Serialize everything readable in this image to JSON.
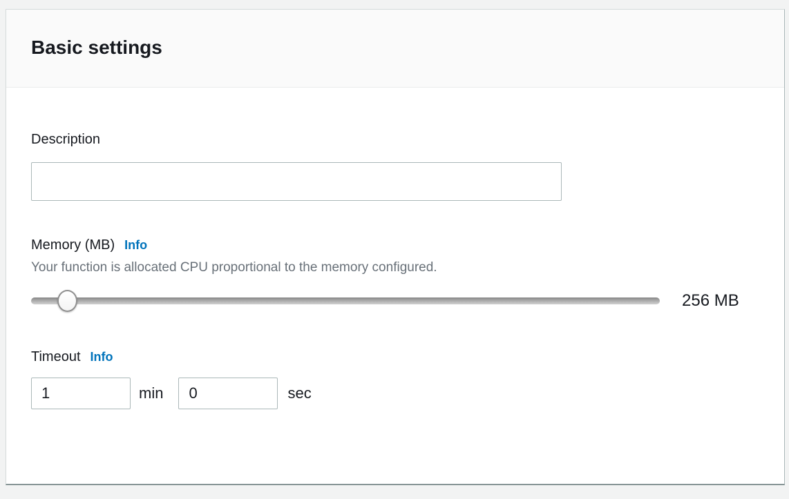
{
  "panel": {
    "title": "Basic settings"
  },
  "description": {
    "label": "Description",
    "value": "",
    "placeholder": ""
  },
  "memory": {
    "label": "Memory (MB)",
    "info_label": "Info",
    "help_text": "Your function is allocated CPU proportional to the memory configured.",
    "value_label": "256 MB"
  },
  "timeout": {
    "label": "Timeout",
    "info_label": "Info",
    "minutes": {
      "value": "1",
      "unit_label": "min"
    },
    "seconds": {
      "value": "0",
      "unit_label": "sec"
    }
  },
  "colors": {
    "link_blue": "#0073bb",
    "heading_text": "#16191f",
    "help_text_gray": "#687078",
    "input_border": "#aab7b8",
    "card_border": "#d5dbdb",
    "header_bg": "#fafafa"
  }
}
